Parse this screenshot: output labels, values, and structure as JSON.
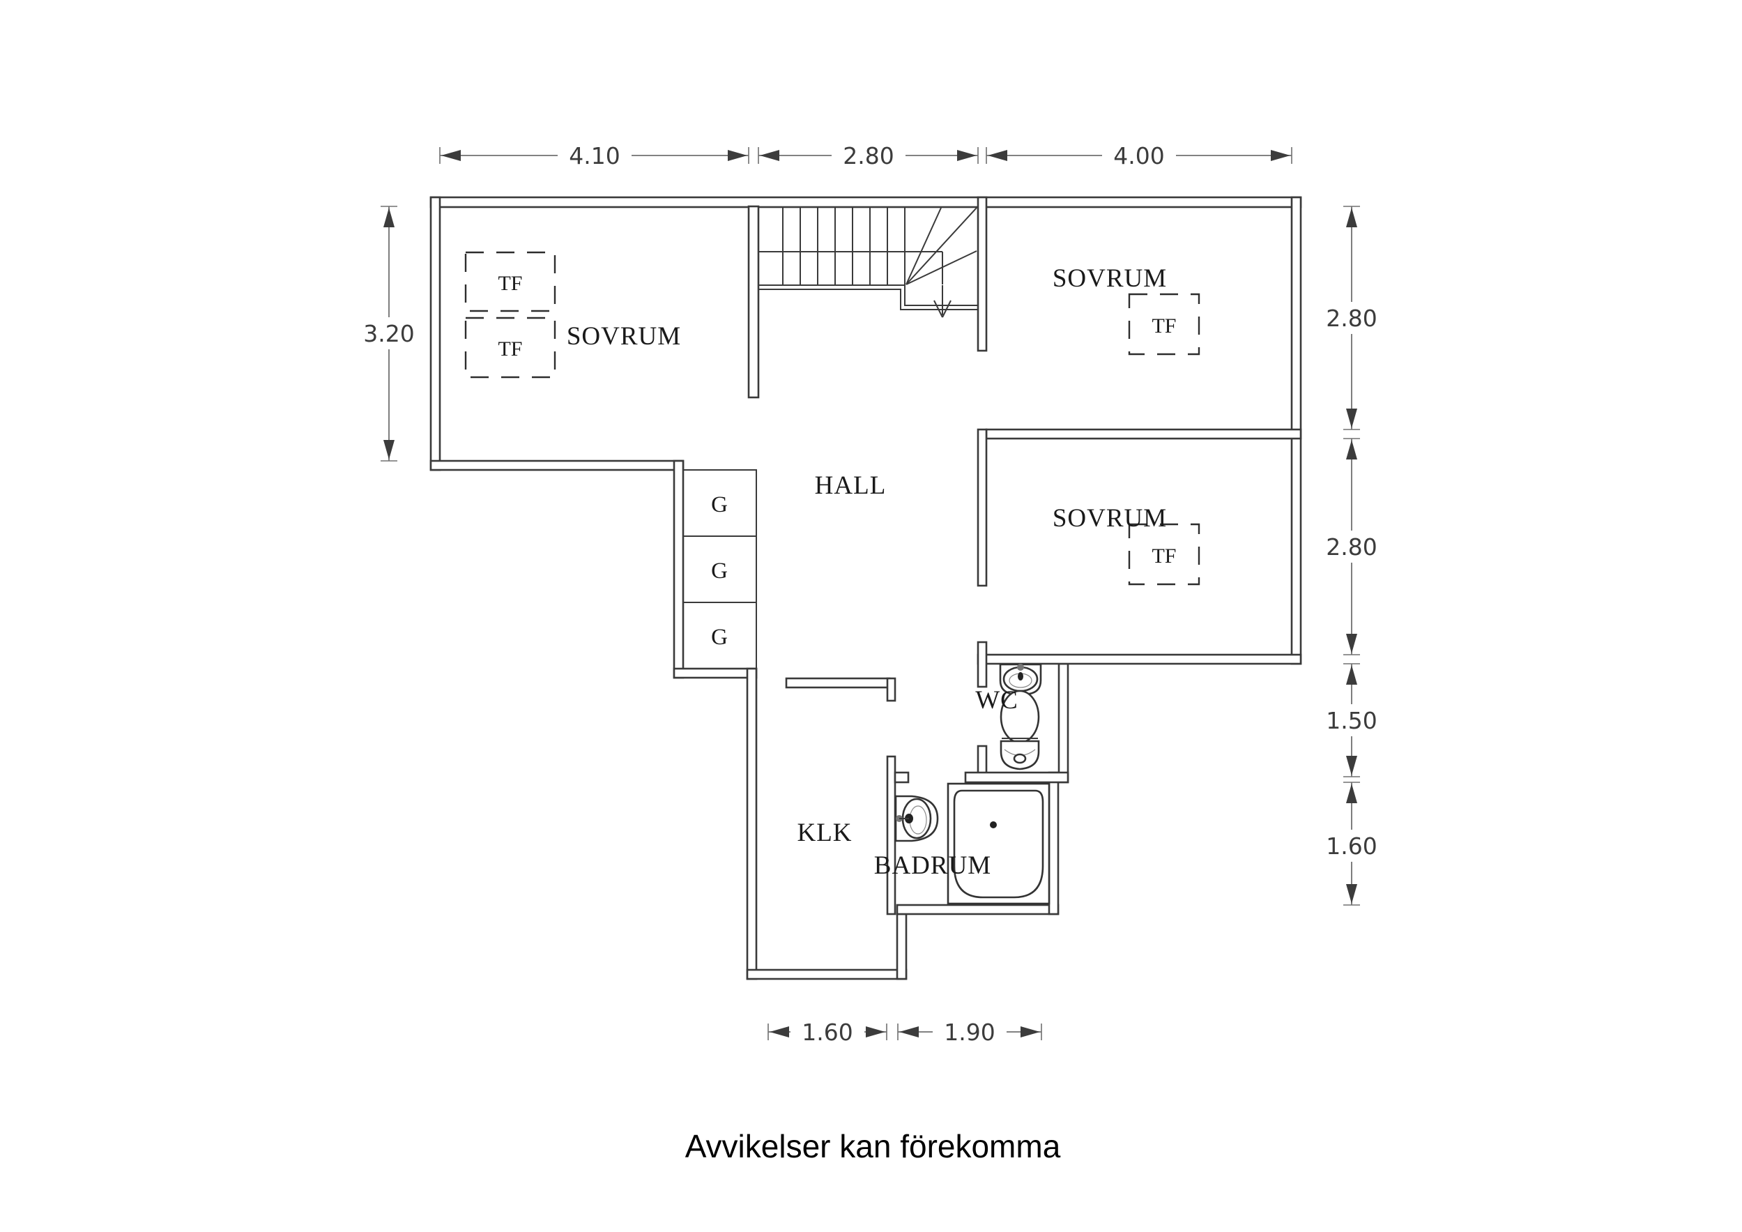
{
  "disclaimer": "Avvikelser kan förekomma",
  "colors": {
    "wall_line": "#3a3a3a",
    "dimension_line": "#707070",
    "text": "#1a1a1a"
  },
  "rooms": {
    "sovrum_left": {
      "label": "SOVRUM"
    },
    "sovrum_right_top": {
      "label": "SOVRUM"
    },
    "sovrum_right_bottom": {
      "label": "SOVRUM"
    },
    "hall": {
      "label": "HALL"
    },
    "klk": {
      "label": "KLK"
    },
    "wc": {
      "label": "WC"
    },
    "badrum": {
      "label": "BADRUM"
    }
  },
  "roof_windows": {
    "tf_left_1": "TF",
    "tf_left_2": "TF",
    "tf_right_top": "TF",
    "tf_right_bottom": "TF"
  },
  "wardrobes": {
    "g1": "G",
    "g2": "G",
    "g3": "G"
  },
  "icons": [
    "stairs-icon",
    "stair-direction-arrow-icon",
    "wc-sink-icon",
    "toilet-icon",
    "badrum-sink-icon",
    "bathtub-icon"
  ],
  "dimensions": {
    "top": [
      {
        "label": "4.10"
      },
      {
        "label": "2.80"
      },
      {
        "label": "4.00"
      }
    ],
    "left": [
      {
        "label": "3.20"
      }
    ],
    "right": [
      {
        "label": "2.80"
      },
      {
        "label": "2.80"
      },
      {
        "label": "1.50"
      },
      {
        "label": "1.60"
      }
    ],
    "bottom": [
      {
        "label": "1.60"
      },
      {
        "label": "1.90"
      }
    ]
  }
}
